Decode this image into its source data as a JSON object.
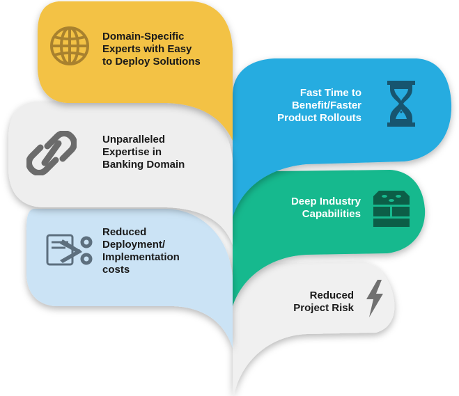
{
  "cards": [
    {
      "id": "domain-experts",
      "lines": [
        "Domain-Specific",
        "Experts with Easy",
        "to Deploy Solutions"
      ],
      "color": "#f3c244",
      "icon": "globe-icon"
    },
    {
      "id": "fast-time",
      "lines": [
        "Fast Time to",
        "Benefit/Faster",
        "Product Rollouts"
      ],
      "color": "#27ace0",
      "icon": "hourglass-icon"
    },
    {
      "id": "banking-expertise",
      "lines": [
        "Unparalleled",
        "Expertise in",
        "Banking Domain"
      ],
      "color": "#eeeeee",
      "icon": "chain-link-icon"
    },
    {
      "id": "deep-industry",
      "lines": [
        "Deep Industry",
        "Capabilities"
      ],
      "color": "#17b98e",
      "icon": "building-blocks-icon"
    },
    {
      "id": "reduced-costs",
      "lines": [
        "Reduced",
        "Deployment/",
        "Implementation",
        "costs"
      ],
      "color": "#cbe3f5",
      "icon": "scissors-cutting-card-icon"
    },
    {
      "id": "project-risk",
      "lines": [
        "Reduced",
        "Project Risk"
      ],
      "color": "#f0f0f0",
      "icon": "lightning-bolt-icon"
    }
  ]
}
